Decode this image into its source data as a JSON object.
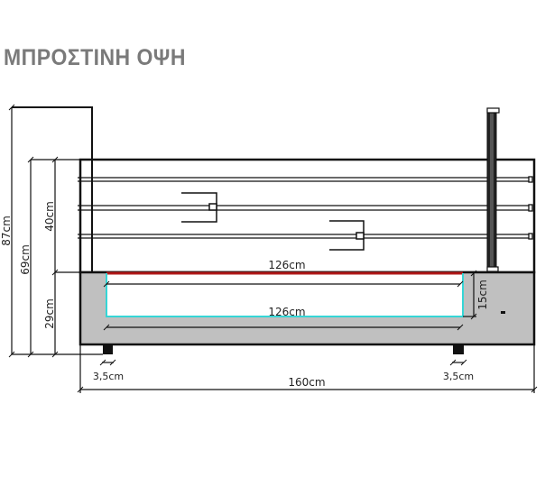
{
  "title": "ΜΠΡΟΣΤΙΝΗ ΟΨΗ",
  "dimensions": {
    "total_height": "87cm",
    "frame_height": "69cm",
    "rail_height": "40cm",
    "base_height": "29cm",
    "drawer_width_top": "126cm",
    "drawer_width_bottom": "126cm",
    "drawer_height": "15cm",
    "leg_left": "3,5cm",
    "leg_right": "3,5cm",
    "total_width": "160cm"
  },
  "colors": {
    "base_fill": "#c0c0c0",
    "drawer_top_edge": "#b01818",
    "drawer_edge": "#35d6d6",
    "title": "#7a7a7a"
  }
}
